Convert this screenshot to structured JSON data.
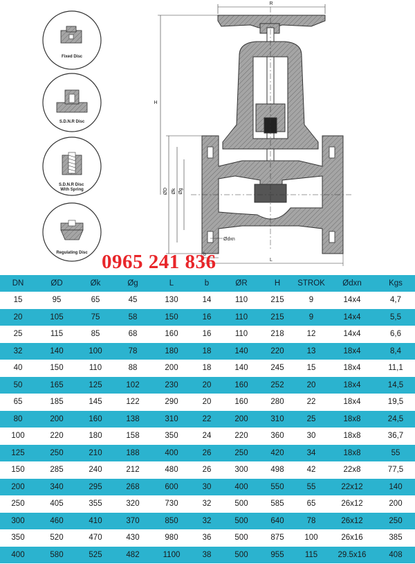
{
  "discs": [
    {
      "label": "Fixed Disc",
      "icon": "fixed-disc-icon"
    },
    {
      "label": "S.D.N.R Disc",
      "icon": "sdnr-disc-icon"
    },
    {
      "label": "S.D.N.R Disc With Spring",
      "icon": "sdnr-spring-disc-icon"
    },
    {
      "label": "Regulating Disc",
      "icon": "regulating-disc-icon"
    }
  ],
  "drawing": {
    "dim_R": "R",
    "dim_H": "H",
    "dim_OD": "ØD",
    "dim_Ok": "Øk",
    "dim_Og": "Øg",
    "dim_dxn": "Ødxn",
    "dim_b": "b",
    "dim_L": "L"
  },
  "phone": "0965 241 836",
  "table": {
    "headers": [
      "DN",
      "ØD",
      "Øk",
      "Øg",
      "L",
      "b",
      "ØR",
      "H",
      "STROK",
      "Ødxn",
      "Kgs"
    ],
    "rows": [
      [
        "15",
        "95",
        "65",
        "45",
        "130",
        "14",
        "110",
        "215",
        "9",
        "14x4",
        "4,7"
      ],
      [
        "20",
        "105",
        "75",
        "58",
        "150",
        "16",
        "110",
        "215",
        "9",
        "14x4",
        "5,5"
      ],
      [
        "25",
        "115",
        "85",
        "68",
        "160",
        "16",
        "110",
        "218",
        "12",
        "14x4",
        "6,6"
      ],
      [
        "32",
        "140",
        "100",
        "78",
        "180",
        "18",
        "140",
        "220",
        "13",
        "18x4",
        "8,4"
      ],
      [
        "40",
        "150",
        "110",
        "88",
        "200",
        "18",
        "140",
        "245",
        "15",
        "18x4",
        "11,1"
      ],
      [
        "50",
        "165",
        "125",
        "102",
        "230",
        "20",
        "160",
        "252",
        "20",
        "18x4",
        "14,5"
      ],
      [
        "65",
        "185",
        "145",
        "122",
        "290",
        "20",
        "160",
        "280",
        "22",
        "18x4",
        "19,5"
      ],
      [
        "80",
        "200",
        "160",
        "138",
        "310",
        "22",
        "200",
        "310",
        "25",
        "18x8",
        "24,5"
      ],
      [
        "100",
        "220",
        "180",
        "158",
        "350",
        "24",
        "220",
        "360",
        "30",
        "18x8",
        "36,7"
      ],
      [
        "125",
        "250",
        "210",
        "188",
        "400",
        "26",
        "250",
        "420",
        "34",
        "18x8",
        "55"
      ],
      [
        "150",
        "285",
        "240",
        "212",
        "480",
        "26",
        "300",
        "498",
        "42",
        "22x8",
        "77,5"
      ],
      [
        "200",
        "340",
        "295",
        "268",
        "600",
        "30",
        "400",
        "550",
        "55",
        "22x12",
        "140"
      ],
      [
        "250",
        "405",
        "355",
        "320",
        "730",
        "32",
        "500",
        "585",
        "65",
        "26x12",
        "200"
      ],
      [
        "300",
        "460",
        "410",
        "370",
        "850",
        "32",
        "500",
        "640",
        "78",
        "26x12",
        "250"
      ],
      [
        "350",
        "520",
        "470",
        "430",
        "980",
        "36",
        "500",
        "875",
        "100",
        "26x16",
        "385"
      ],
      [
        "400",
        "580",
        "525",
        "482",
        "1100",
        "38",
        "500",
        "955",
        "115",
        "29.5x16",
        "408"
      ]
    ]
  },
  "colors": {
    "teal": "#2bb3cf",
    "section_gray": "#9a9a9a",
    "phone_red": "#e8262a"
  }
}
